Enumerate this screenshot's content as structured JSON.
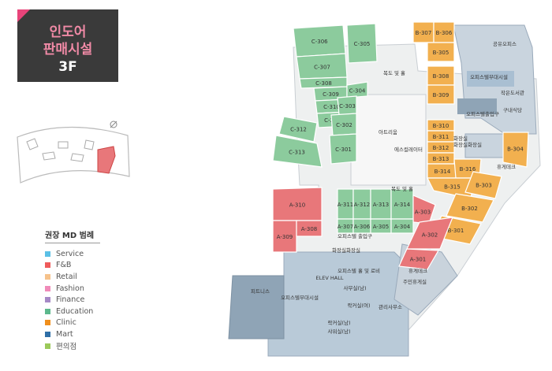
{
  "title": {
    "line1": "인도어",
    "line2": "판매시설",
    "floor": "3F"
  },
  "legend": {
    "title": "권장 MD 범례",
    "items": [
      {
        "label": "Service",
        "color": "#5bc0e6"
      },
      {
        "label": "F&B",
        "color": "#ef5b5b"
      },
      {
        "label": "Retail",
        "color": "#f6c28b"
      },
      {
        "label": "Fashion",
        "color": "#f08bb9"
      },
      {
        "label": "Finance",
        "color": "#a689c6"
      },
      {
        "label": "Education",
        "color": "#5cb88c"
      },
      {
        "label": "Clinic",
        "color": "#f08f1c"
      },
      {
        "label": "Mart",
        "color": "#2f6fa7"
      },
      {
        "label": "편의점",
        "color": "#9bc95a"
      }
    ]
  },
  "colors": {
    "education": "#8ccb9d",
    "fnb": "#e8777a",
    "clinic": "#f2b04f",
    "common": "#d6dde3",
    "office": "#a9bfd2",
    "corridor": "#eef0f0",
    "service": "#8fa4b6"
  },
  "units": {
    "c": [
      "C-306",
      "C-305",
      "C-307",
      "C-308",
      "C-309",
      "C-310",
      "C-311",
      "C-304",
      "C-303",
      "C-302",
      "C-301",
      "C-312",
      "C-313"
    ],
    "b": [
      "B-307",
      "B-306",
      "B-305",
      "B-308",
      "B-309",
      "B-310",
      "B-311",
      "B-312",
      "B-313",
      "B-314",
      "B-316",
      "B-315",
      "B-304",
      "B-303",
      "B-302",
      "B-301"
    ],
    "a": [
      "A-310",
      "A-309",
      "A-308",
      "A-311",
      "A-312",
      "A-313",
      "A-314",
      "A-303",
      "A-307",
      "A-306",
      "A-305",
      "A-304",
      "A-302",
      "A-301"
    ]
  },
  "facilities": {
    "corridor_top": "복도 및 홀",
    "atrium": "아트리움",
    "escalator": "에스컬레이터",
    "corridor_mid": "복도 및 홀",
    "shared_office": "공유오피스",
    "officetel_lounge": "오피스텔부대시설",
    "reading_room": "작은도서관",
    "restaurant": "구내식당",
    "officetel_gate": "오피스텔출입구",
    "restroom_b1": "화장실",
    "restroom_b2": "화장실",
    "restroom_b3": "화장실",
    "rest_deck_b": "휴게데크",
    "rest_deck_a": "휴게데크",
    "officetel_gate_a": "오피스텔 출입구",
    "restroom_a1": "화장실",
    "restroom_a2": "화장실",
    "elev_hall": "ELEV HALL",
    "officetel_hall": "오피스텔 홀 및 로비",
    "officetel_lounge_a": "오피스텔부대시설",
    "fitness": "피트니스",
    "security": "사무실(남)",
    "locker_f": "락커실(여)",
    "mgmt": "관리사무소",
    "resident_lounge": "주민휴게실",
    "locker_m": "락커실(남)",
    "shower": "샤워실(남)"
  }
}
